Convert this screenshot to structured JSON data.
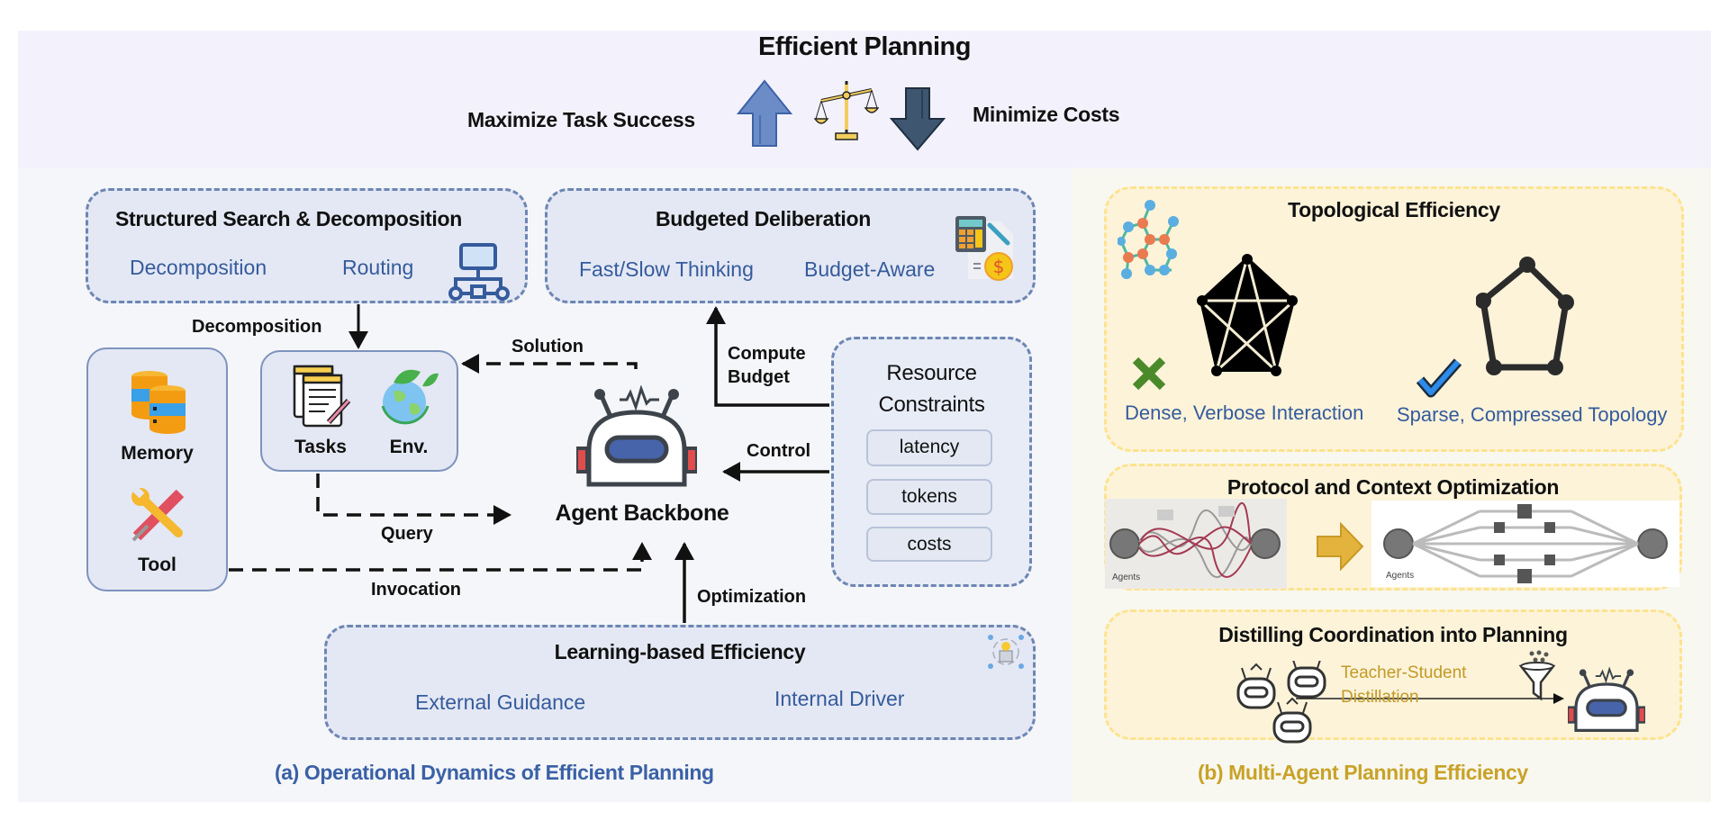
{
  "header": {
    "title": "Efficient Planning",
    "left_goal": "Maximize Task Success",
    "right_goal": "Minimize Costs",
    "icons": [
      "up-arrow-icon",
      "balance-scale-icon",
      "down-arrow-icon"
    ]
  },
  "panel_a": {
    "caption": "(a) Operational Dynamics of Efficient Planning",
    "structured_search": {
      "title": "Structured Search & Decomposition",
      "items": [
        "Decomposition",
        "Routing"
      ],
      "icon": "hierarchy-network-icon"
    },
    "budgeted_deliberation": {
      "title": "Budgeted Deliberation",
      "items": [
        "Fast/Slow Thinking",
        "Budget-Aware"
      ],
      "icon": "calculator-budget-icon"
    },
    "memory_tool": {
      "memory_label": "Memory",
      "tool_label": "Tool",
      "icons": [
        "database-icon",
        "wrench-screwdriver-icon"
      ]
    },
    "tasks_env": {
      "tasks_label": "Tasks",
      "env_label": "Env.",
      "icons": [
        "task-notepad-icon",
        "globe-leaf-icon"
      ]
    },
    "agent": {
      "label": "Agent Backbone",
      "icon": "robot-head-icon"
    },
    "resource_constraints": {
      "title_line1": "Resource",
      "title_line2": "Constraints",
      "chips": [
        "latency",
        "tokens",
        "costs"
      ]
    },
    "learning": {
      "title": "Learning-based Efficiency",
      "items": [
        "External Guidance",
        "Internal Driver"
      ],
      "icon": "collaborative-learning-icon"
    },
    "edges": {
      "decomposition": "Decomposition",
      "solution": "Solution",
      "query": "Query",
      "invocation": "Invocation",
      "compute_budget_line1": "Compute",
      "compute_budget_line2": "Budget",
      "control": "Control",
      "optimization": "Optimization"
    }
  },
  "panel_b": {
    "caption": "(b) Multi-Agent Planning Efficiency",
    "topological": {
      "title": "Topological Efficiency",
      "dense_label": "Dense, Verbose Interaction",
      "sparse_label": "Sparse, Compressed Topology",
      "icons": [
        "molecule-graph-icon",
        "complete-graph-icon",
        "cross-icon",
        "check-icon",
        "pentagon-graph-icon"
      ]
    },
    "protocol": {
      "title": "Protocol and Context Optimization",
      "left_agents_label": "Agents",
      "right_agents_label": "Agents",
      "icons": [
        "tangled-communication-image",
        "transform-arrow-icon",
        "structured-channels-image"
      ]
    },
    "distilling": {
      "title": "Distilling Coordination into Planning",
      "arrow_label_line1": "Teacher-Student",
      "arrow_label_line2": "Distillation",
      "icons": [
        "teacher-robot-icon",
        "funnel-icon",
        "student-robot-icon"
      ]
    }
  },
  "colors": {
    "banner_bg": "#f3f2fc",
    "panel_a_bg": "#f5f6f9",
    "panel_b_bg": "#f8f8f1",
    "blue_text": "#355b9c",
    "blue_border": "#6d86b3",
    "yellow_border": "#fde38f",
    "gold_text": "#c9a227"
  }
}
